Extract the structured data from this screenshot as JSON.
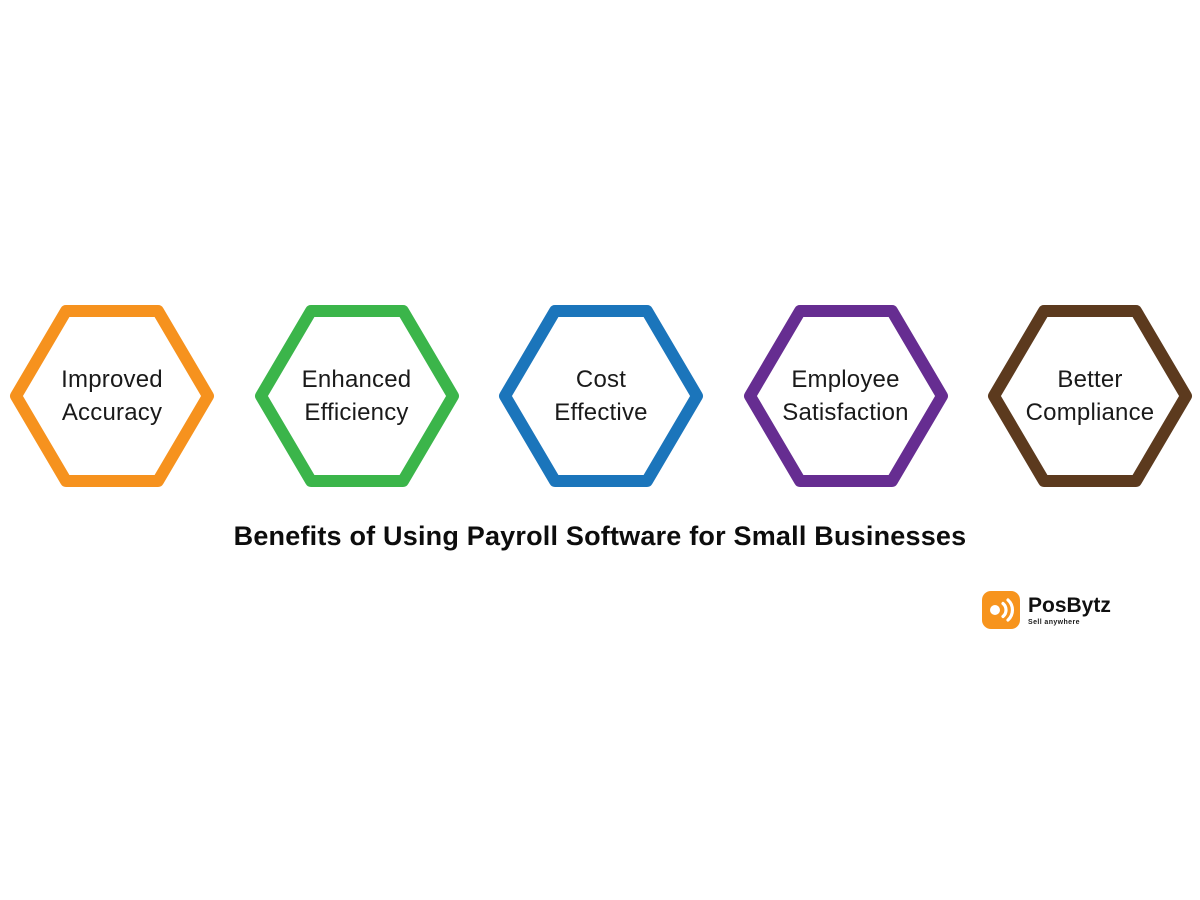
{
  "title": "Benefits of Using Payroll Software for Small Businesses",
  "hexagons": [
    {
      "line1": "Improved",
      "line2": "Accuracy",
      "color": "#F6921E"
    },
    {
      "line1": "Enhanced",
      "line2": "Efficiency",
      "color": "#3BB54A"
    },
    {
      "line1": "Cost",
      "line2": "Effective",
      "color": "#1B75BB"
    },
    {
      "line1": "Employee",
      "line2": "Satisfaction",
      "color": "#662D91"
    },
    {
      "line1": "Better",
      "line2": "Compliance",
      "color": "#5C3A1E"
    }
  ],
  "logo": {
    "name": "PosBytz",
    "tagline": "Sell anywhere",
    "icon": "posbytz-speaker-icon",
    "icon_color": "#F7941D"
  }
}
